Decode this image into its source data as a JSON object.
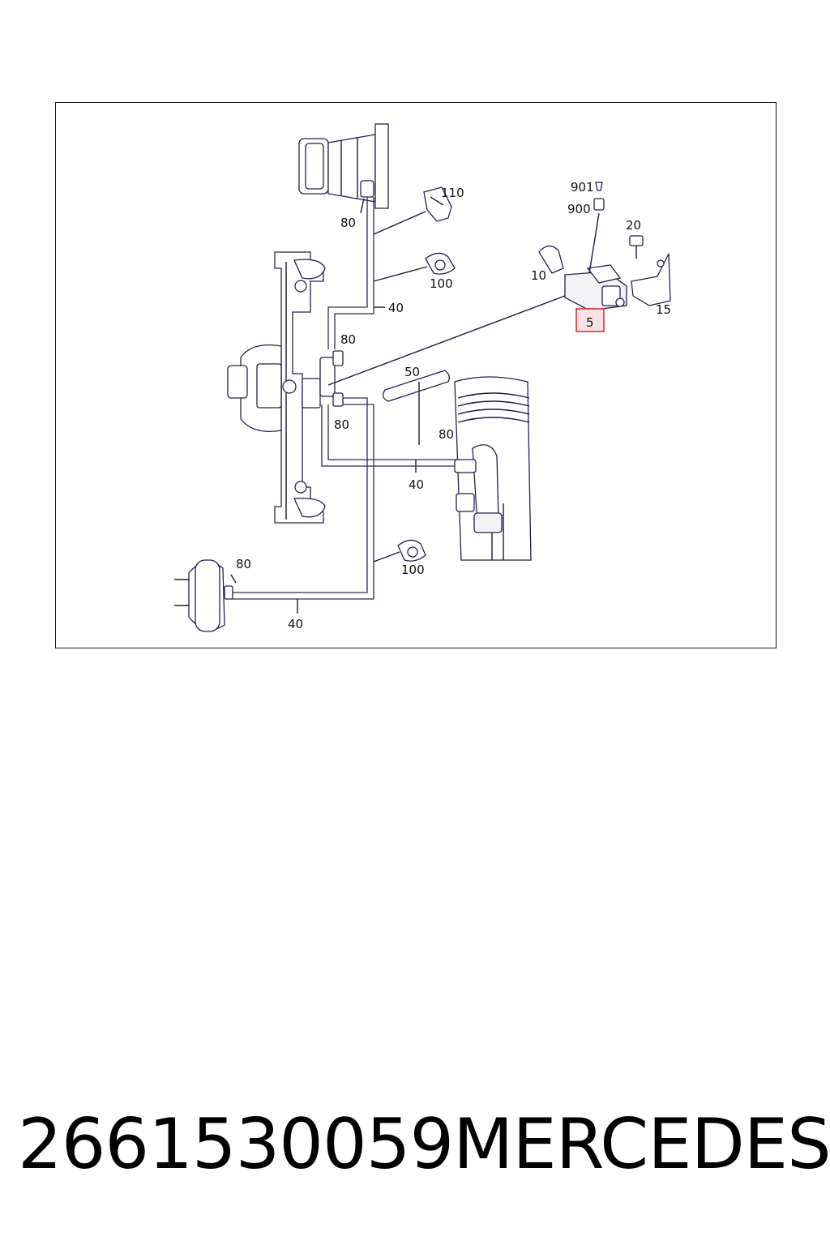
{
  "callouts": {
    "c80_top": "80",
    "c110": "110",
    "c100_top": "100",
    "c40_upper": "40",
    "c80_mid": "80",
    "c80_mid2": "80",
    "c50": "50",
    "c80_right": "80",
    "c40_mid": "40",
    "c100_bottom": "100",
    "c80_bottom": "80",
    "c40_bottom": "40",
    "c901": "901",
    "c900": "900",
    "c20": "20",
    "c10": "10",
    "c15": "15",
    "c5": "5"
  },
  "caption": {
    "part_number": "2661530059",
    "brand": "MERCEDES"
  },
  "colors": {
    "highlight_border": "#e0303a",
    "highlight_fill": "#fbe3e4",
    "highlight_text": "#4a3a6a"
  }
}
